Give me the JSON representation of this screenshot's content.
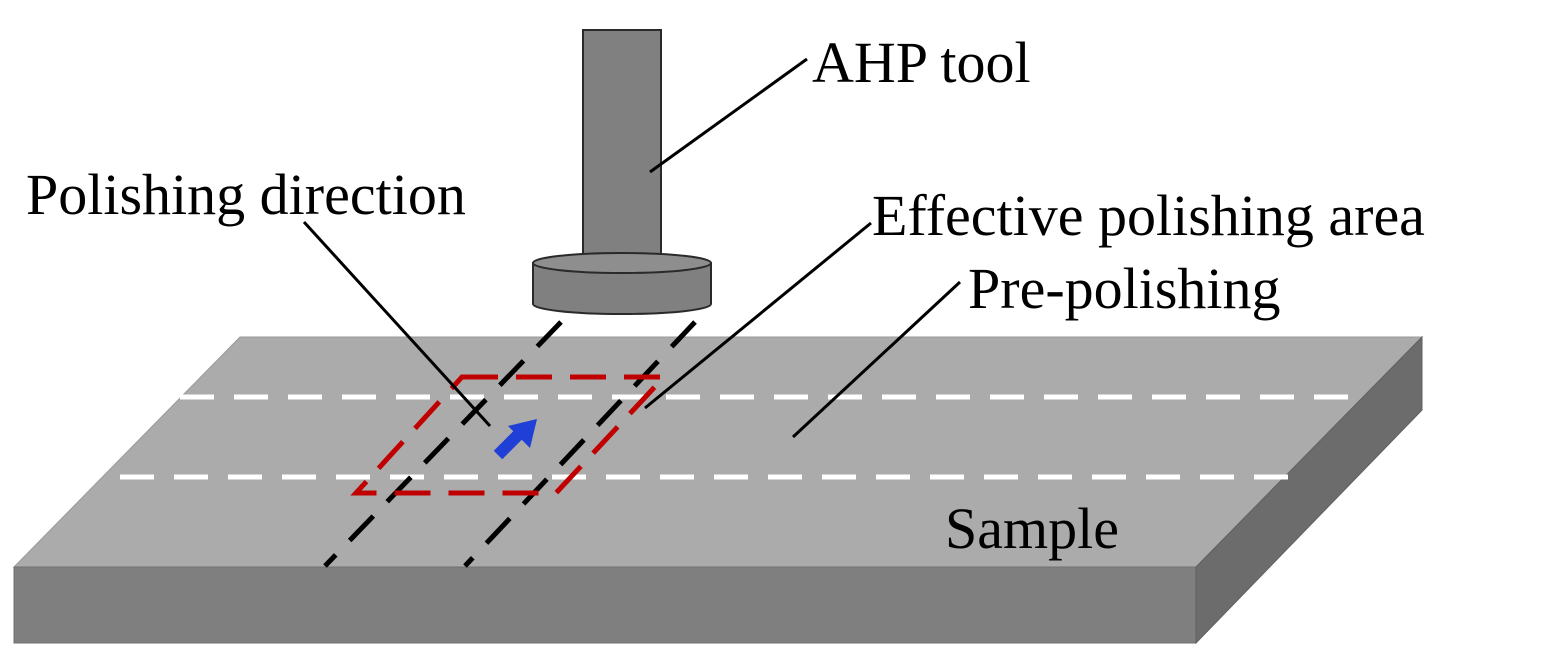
{
  "labels": {
    "tool": "AHP tool",
    "direction": "Polishing direction",
    "effective_area": "Effective polishing area",
    "pre_polishing": "Pre-polishing",
    "sample": "Sample"
  },
  "colors": {
    "sample_top": "#ababab",
    "sample_front": "#7f7f7f",
    "sample_side": "#6c6c6c",
    "tool": "#808080",
    "tool_outline": "#2a2a2a",
    "pre_polish_lines": "#ffffff",
    "effective_area_outline": "#c00000",
    "tool_projection": "#000000",
    "direction_arrow": "#1f3fd6",
    "leader_lines": "#000000"
  }
}
